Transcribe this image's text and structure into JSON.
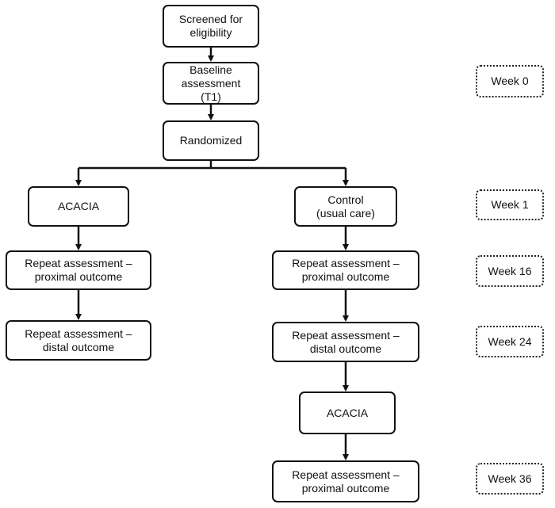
{
  "colors": {
    "stroke": "#111111",
    "background": "#ffffff"
  },
  "steps": {
    "screened": "Screened for\neligibility",
    "baseline": "Baseline\nassessment\n(T1)",
    "randomized": "Randomized"
  },
  "arms": {
    "intervention": {
      "start": "ACACIA",
      "proximal": "Repeat assessment –\nproximal outcome",
      "distal": "Repeat assessment –\ndistal outcome"
    },
    "control": {
      "start": "Control\n(usual care)",
      "proximal": "Repeat assessment –\nproximal outcome",
      "distal": "Repeat assessment –\ndistal outcome",
      "crossover": "ACACIA",
      "final": "Repeat assessment –\nproximal outcome"
    }
  },
  "weeks": [
    "Week 0",
    "Week 1",
    "Week 16",
    "Week 24",
    "Week 36"
  ]
}
